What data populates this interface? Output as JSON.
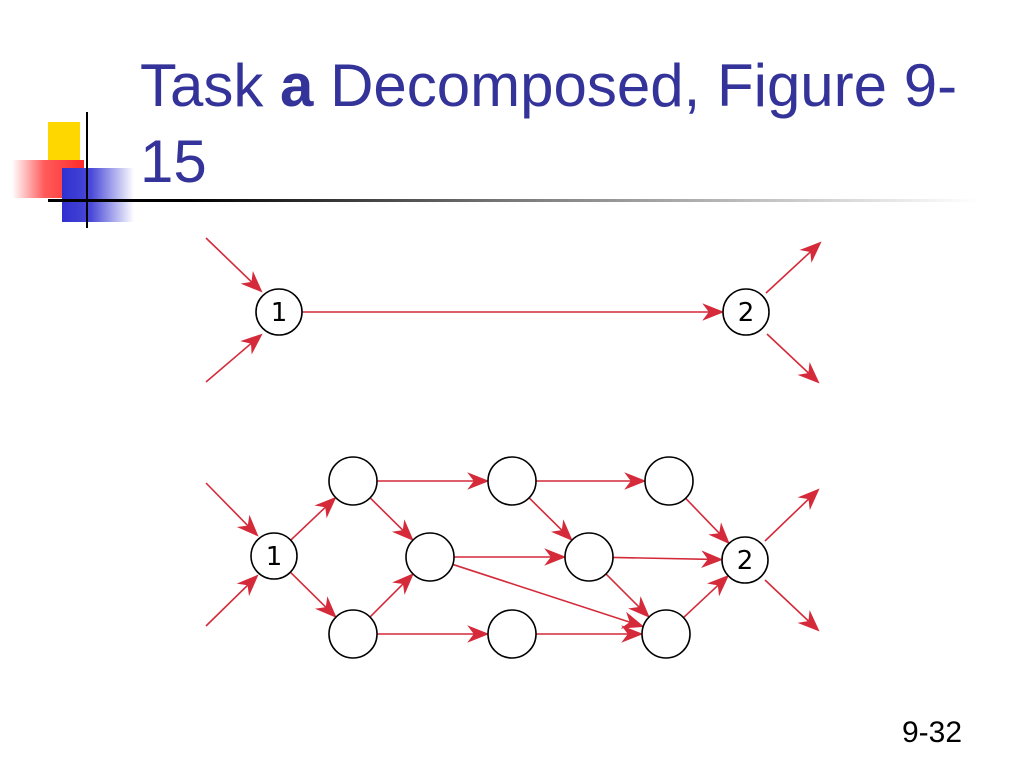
{
  "slide": {
    "title_part1": "Task ",
    "title_bold": "a",
    "title_part2": " Decomposed, Figure 9-15",
    "page_number": "9-32"
  },
  "colors": {
    "title": "#333399",
    "edge": "#d42a3a",
    "node_stroke": "#000000"
  },
  "diagrams": [
    {
      "name": "original-task",
      "nodes": [
        {
          "id": "A1",
          "label": "1"
        },
        {
          "id": "A2",
          "label": "2"
        }
      ],
      "edges": [
        [
          "A1",
          "A2"
        ]
      ]
    },
    {
      "name": "decomposed-task",
      "nodes": [
        {
          "id": "B1",
          "label": "1"
        },
        {
          "id": "B2",
          "label": ""
        },
        {
          "id": "B3",
          "label": ""
        },
        {
          "id": "B4",
          "label": ""
        },
        {
          "id": "B5",
          "label": ""
        },
        {
          "id": "B6",
          "label": ""
        },
        {
          "id": "B7",
          "label": ""
        },
        {
          "id": "B8",
          "label": ""
        },
        {
          "id": "B9",
          "label": ""
        },
        {
          "id": "B10",
          "label": "2"
        }
      ],
      "edges": [
        [
          "B1",
          "B2"
        ],
        [
          "B1",
          "B3"
        ],
        [
          "B2",
          "B4"
        ],
        [
          "B3",
          "B4"
        ],
        [
          "B2",
          "B5"
        ],
        [
          "B4",
          "B7"
        ],
        [
          "B4",
          "B9"
        ],
        [
          "B5",
          "B6"
        ],
        [
          "B5",
          "B7"
        ],
        [
          "B3",
          "B8"
        ],
        [
          "B8",
          "B9"
        ],
        [
          "B7",
          "B9"
        ],
        [
          "B7",
          "B10"
        ],
        [
          "B6",
          "B10"
        ],
        [
          "B9",
          "B10"
        ]
      ]
    }
  ]
}
